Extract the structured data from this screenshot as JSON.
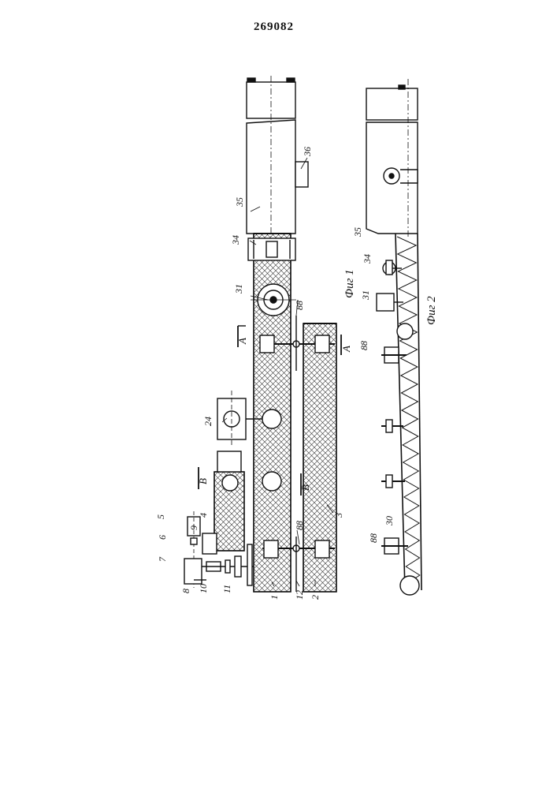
{
  "header": {
    "patent_number": "269082"
  },
  "figures": [
    {
      "id": "fig1",
      "caption": "Фиг 1"
    },
    {
      "id": "fig2",
      "caption": "Фиг 2"
    }
  ],
  "section_marks": {
    "a": "A",
    "b": "B"
  },
  "fig1_labels": [
    "1",
    "2",
    "3",
    "4",
    "5",
    "6",
    "7",
    "8",
    "9",
    "10",
    "11",
    "12",
    "24",
    "31",
    "34",
    "35",
    "36",
    "88",
    "88"
  ],
  "fig2_labels": [
    "30",
    "31",
    "34",
    "35",
    "88",
    "88"
  ],
  "colors": {
    "ink": "#111111",
    "paper": "#ffffff",
    "hatch": "#555555"
  }
}
